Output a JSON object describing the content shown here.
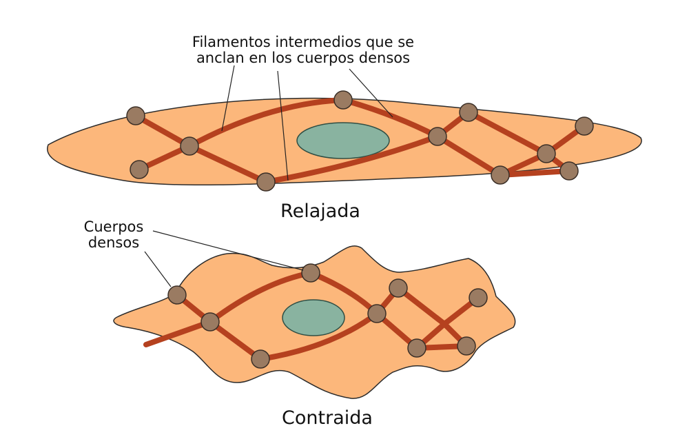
{
  "labels": {
    "filaments_line1": "Filamentos intermedios que se",
    "filaments_line2": "anclan en los cuerpos densos",
    "relaxed": "Relajada",
    "dense_line1": "Cuerpos",
    "dense_line2": "densos",
    "contracted": "Contraida"
  },
  "colors": {
    "cell_fill": "#fcb77b",
    "cell_stroke": "#2b2b2b",
    "filament": "#b5411f",
    "dense_body": "#9a7b62",
    "dense_body_stroke": "#3b2f27",
    "nucleus": "#89b3a0",
    "nucleus_stroke": "#2f4e44"
  }
}
